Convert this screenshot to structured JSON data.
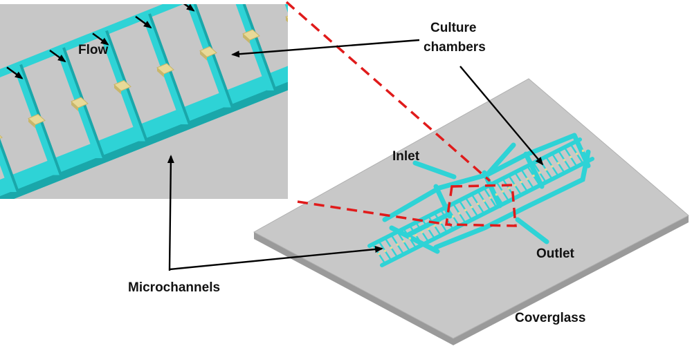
{
  "labels": {
    "flow": "Flow",
    "culture_chambers_line1": "Culture",
    "culture_chambers_line2": "chambers",
    "inlet": "Inlet",
    "outlet": "Outlet",
    "microchannels": "Microchannels",
    "coverglass": "Coverglass"
  },
  "colors": {
    "channel": "#2ed3d6",
    "channel_shadow": "#1aa7aa",
    "chamber": "#e8d997",
    "chamber_dark": "#c9b66a",
    "glass": "#c8c8c8",
    "glass_edge": "#9a9a9a",
    "inset_bg": "#c7c7c7",
    "highlight": "#e01b1b",
    "arrow": "#000000"
  }
}
